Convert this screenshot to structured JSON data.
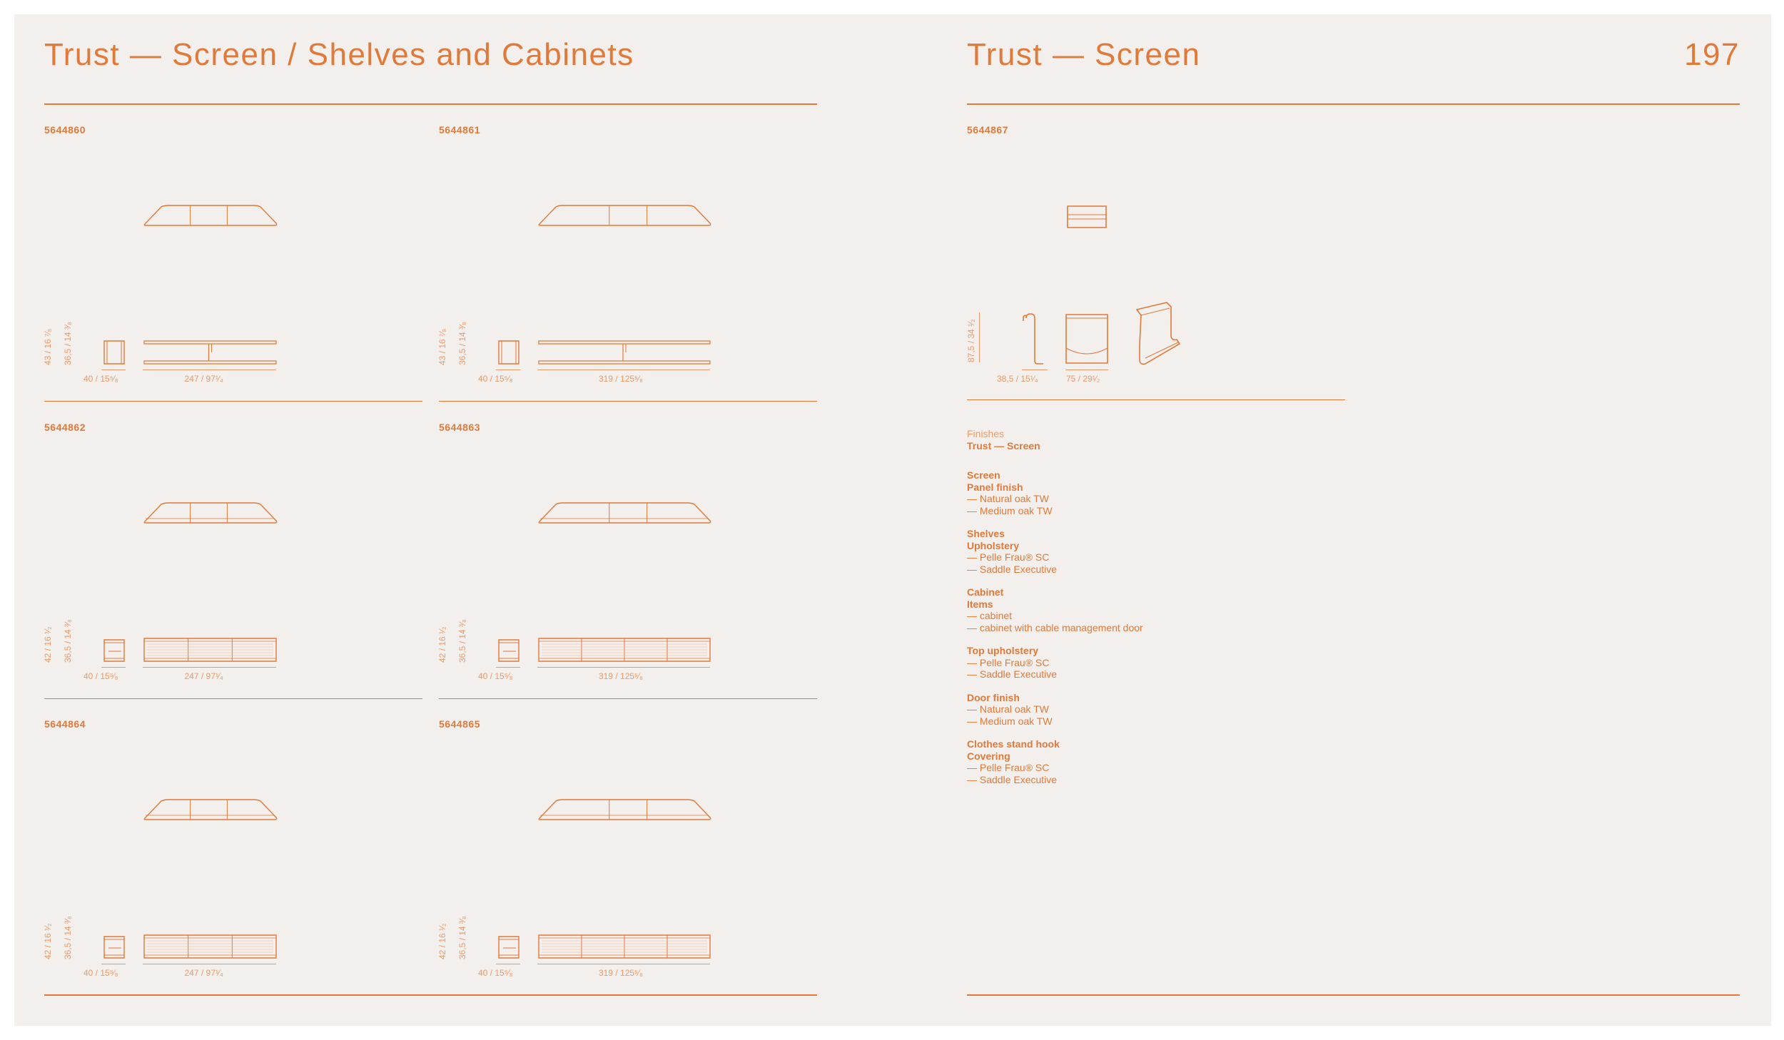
{
  "left_page": {
    "title": "Trust — Screen / Shelves and Cabinets",
    "products": [
      {
        "code": "5644860",
        "h1": "43 / 16 ⁷⁄₈",
        "h2": "36,5 / 14 ³⁄₈",
        "d": "40 / 15⁵⁄₈",
        "w": "247 / 97¹⁄₄"
      },
      {
        "code": "5644861",
        "h1": "43 / 16 ⁷⁄₈",
        "h2": "36,5 / 14 ³⁄₈",
        "d": "40 / 15⁵⁄₈",
        "w": "319 / 125⁵⁄₈"
      },
      {
        "code": "5644862",
        "h1": "42 / 16 ¹⁄₂",
        "h2": "36,5 / 14 ³⁄₈",
        "d": "40 / 15⁵⁄₈",
        "w": "247 / 97¹⁄₄"
      },
      {
        "code": "5644863",
        "h1": "42 / 16 ¹⁄₂",
        "h2": "36,5 / 14 ³⁄₈",
        "d": "40 / 15⁵⁄₈",
        "w": "319 / 125⁵⁄₈"
      },
      {
        "code": "5644864",
        "h1": "42 / 16 ¹⁄₂",
        "h2": "36,5 / 14 ³⁄₈",
        "d": "40 / 15⁵⁄₈",
        "w": "247 / 97¹⁄₄"
      },
      {
        "code": "5644865",
        "h1": "42 / 16 ¹⁄₂",
        "h2": "36,5 / 14 ³⁄₈",
        "d": "40 / 15⁵⁄₈",
        "w": "319 / 125⁵⁄₈"
      }
    ]
  },
  "right_page": {
    "title": "Trust — Screen",
    "page_number": "197",
    "product": {
      "code": "5644867",
      "h": "87,5 / 34 ¹⁄₂",
      "d": "38,5 / 15¹⁄₄",
      "w": "75 / 29¹⁄₂"
    },
    "finishes": {
      "label": "Finishes",
      "name": "Trust — Screen",
      "groups": [
        {
          "title": "Screen",
          "subtitle": "Panel finish",
          "items": [
            "— Natural oak TW",
            "— Medium oak TW"
          ]
        },
        {
          "title": "Shelves",
          "subtitle": "Upholstery",
          "items": [
            "— Pelle Frau® SC",
            "— Saddle Executive"
          ]
        },
        {
          "title": "Cabinet",
          "subtitle": "Items",
          "items": [
            "— cabinet",
            "— cabinet with cable management door"
          ]
        },
        {
          "title": "Top upholstery",
          "subtitle": "",
          "items": [
            "— Pelle Frau® SC",
            "— Saddle Executive"
          ]
        },
        {
          "title": "Door finish",
          "subtitle": "",
          "items": [
            "— Natural oak TW",
            "— Medium oak TW"
          ]
        },
        {
          "title": "Clothes stand hook",
          "subtitle": "Covering",
          "items": [
            "— Pelle Frau® SC",
            "— Saddle Executive"
          ]
        }
      ]
    }
  }
}
